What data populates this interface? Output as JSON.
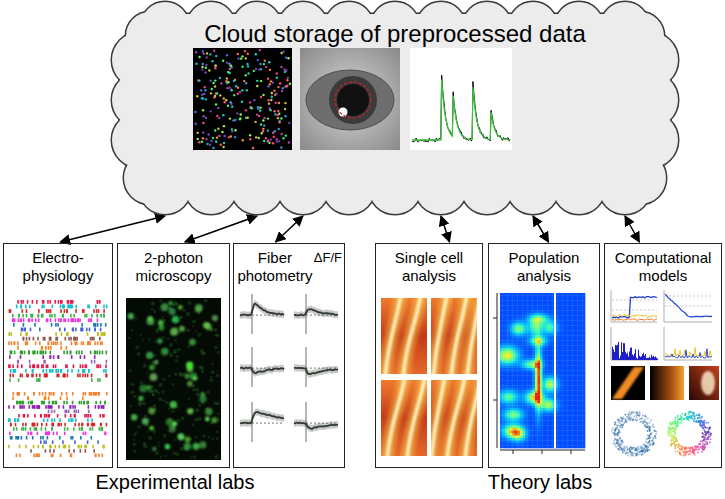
{
  "diagram": {
    "nodes": [
      {
        "text": [
          "Cloud storage of preprocessed data"
        ]
      },
      {
        "text": [
          "Electro- physiology"
        ]
      },
      {
        "text": [
          "2-photon microscopy"
        ]
      },
      {
        "text": [
          "Fiber photometry",
          "ΔF/F"
        ]
      },
      {
        "text": [
          "Single cell analysis"
        ]
      },
      {
        "text": [
          "Population analysis"
        ]
      },
      {
        "text": [
          "Computational models"
        ]
      }
    ],
    "edges": [
      {
        "from": 0,
        "to": 1,
        "arrow": "both"
      },
      {
        "from": 0,
        "to": 2,
        "arrow": "both"
      },
      {
        "from": 0,
        "to": 3,
        "arrow": "both"
      },
      {
        "from": 0,
        "to": 4,
        "arrow": "both"
      },
      {
        "from": 0,
        "to": 5,
        "arrow": "both"
      },
      {
        "from": 0,
        "to": 6,
        "arrow": "both"
      }
    ],
    "labels": [
      "Experimental labs",
      "Theory labs"
    ]
  }
}
